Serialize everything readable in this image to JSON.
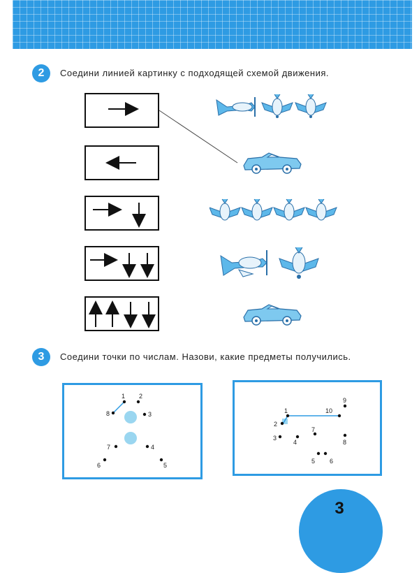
{
  "task2": {
    "number": "2",
    "instruction": "Соедини линией картинку с подходящей схемой движения."
  },
  "task3": {
    "number": "3",
    "instruction": "Соедини точки по числам. Назови, какие предметы получились.",
    "panel_left": {
      "labels": [
        "1",
        "2",
        "3",
        "4",
        "5",
        "6",
        "7",
        "8"
      ]
    },
    "panel_right": {
      "labels": [
        "1",
        "2",
        "3",
        "4",
        "5",
        "6",
        "7",
        "8",
        "9",
        "10"
      ]
    }
  },
  "schemes": [
    {
      "arrows": [
        "right"
      ]
    },
    {
      "arrows": [
        "left"
      ]
    },
    {
      "arrows": [
        "right",
        "down"
      ]
    },
    {
      "arrows": [
        "right",
        "down",
        "down"
      ]
    },
    {
      "arrows": [
        "up",
        "up",
        "down",
        "down"
      ]
    }
  ],
  "pictures": [
    {
      "kind": "1 side plane + 2 front planes",
      "icons": [
        "plane-side-icon",
        "plane-front-icon",
        "plane-front-icon"
      ]
    },
    {
      "kind": "1 car",
      "icons": [
        "car-icon"
      ]
    },
    {
      "kind": "4 front planes",
      "icons": [
        "plane-front-icon",
        "plane-front-icon",
        "plane-front-icon",
        "plane-front-icon"
      ]
    },
    {
      "kind": "1 side plane + 1 front plane",
      "icons": [
        "plane-side-icon",
        "plane-front-icon"
      ]
    },
    {
      "kind": "1 car",
      "icons": [
        "car-icon"
      ]
    }
  ],
  "page_number": "3",
  "colors": {
    "accent": "#2e9be3",
    "light_blue": "#9ad6f0"
  }
}
